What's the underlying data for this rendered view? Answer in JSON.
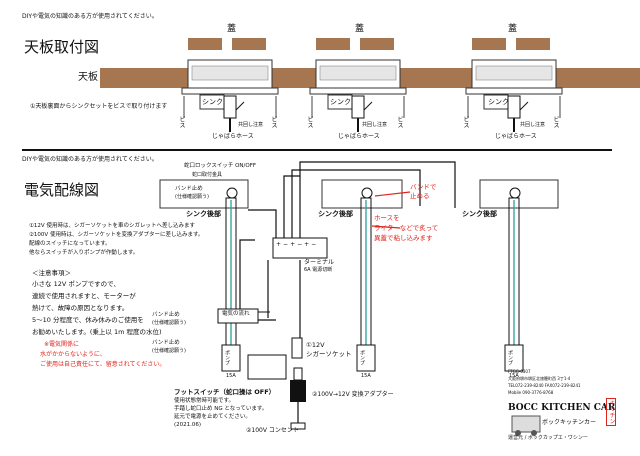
{
  "notice_top": "DIYや電気の知識のある方が使用されてください。",
  "notice_mid": "DIYや電気の知識のある方が使用されてください。",
  "section1": {
    "title": "天板取付図",
    "lid_label": "蓋",
    "top_label": "天板",
    "sink_label": "シンク",
    "clamp_label": "共回し注意",
    "hose_label": "じゃばらホース",
    "screw_label": "ビス",
    "note": "①天板裏面からシンクセットをビスで取り付けます"
  },
  "section2": {
    "title": "電気配線図",
    "lock_switch": "蛇口ロックスイッチ ON/OFF",
    "faucet_label": "蛇口取付金具",
    "band_left_1": "バンド止め",
    "band_left_1b": "(仕様確認願う)",
    "sink_back": "シンク後部",
    "notes": [
      "①12V 使用時は、シガーソケットを車のシガレットへ差し込みます",
      "②100V 使用時は、シガーソケットを変換アダプターに差し込みます。",
      "配線のスイッチになっています。",
      "他ならスイッチが入りポンプが作動します。"
    ],
    "caution_title": "＜注意事項＞",
    "caution": [
      "小さな 12V ポンプですので、",
      "連続で使用されますと、モーターが",
      "熱けて、故障の原因となります。",
      "5〜10 分程度で、休み休みのご使用を",
      "お勧めいたします。(乗上以 1m 程度の水位)"
    ],
    "red_note": [
      "※電気関係に",
      "水がかからないように、",
      "ご使用は自己責任にて、留意されてください。"
    ],
    "terminal_label": "ターミナル",
    "terminal_sub": "6A 電源切断",
    "terminal_signs": [
      "+",
      "−",
      "+",
      "−",
      "+",
      "−"
    ],
    "flow_label": "電気の流れ",
    "socket_label": "①12V",
    "socket_sub": "シガーソケット",
    "adapter_label": "②100V→12V 変換アダプター",
    "outlet_label": "②100V コンセント",
    "foot_switch_title": "フットスイッチ（蛇口操は OFF）",
    "foot_switch_lines": [
      "使用状態常時可能です。",
      "手踏し蛇口止め NG となっています。",
      "延元で電源を止めてください。",
      "(2021.06)"
    ],
    "band_red": [
      "バンドで",
      "止める"
    ],
    "hose_red": [
      "ホースを",
      "ライターなどで炙って",
      "異蓋で粘し込みます"
    ],
    "pump_label": "ポンプ",
    "pump_size": "15A",
    "band_pump": "バンド止め",
    "band_pump_b": "(仕様確認願う)"
  },
  "footer": {
    "small": [
      "FTGG-0307",
      "大阪府堺市堺区北旅籠町西 3丁1-4",
      "TEL072-239-8240 FAX072-239-8241",
      "Mobile 090-3776-8768"
    ],
    "brand": "BOCC KITCHEN CAR",
    "brand_jp": "ボックキッチンカー",
    "brand_sub": "運営元 / ボックカップエ・ワシンー",
    "stamp": "キッチン"
  }
}
